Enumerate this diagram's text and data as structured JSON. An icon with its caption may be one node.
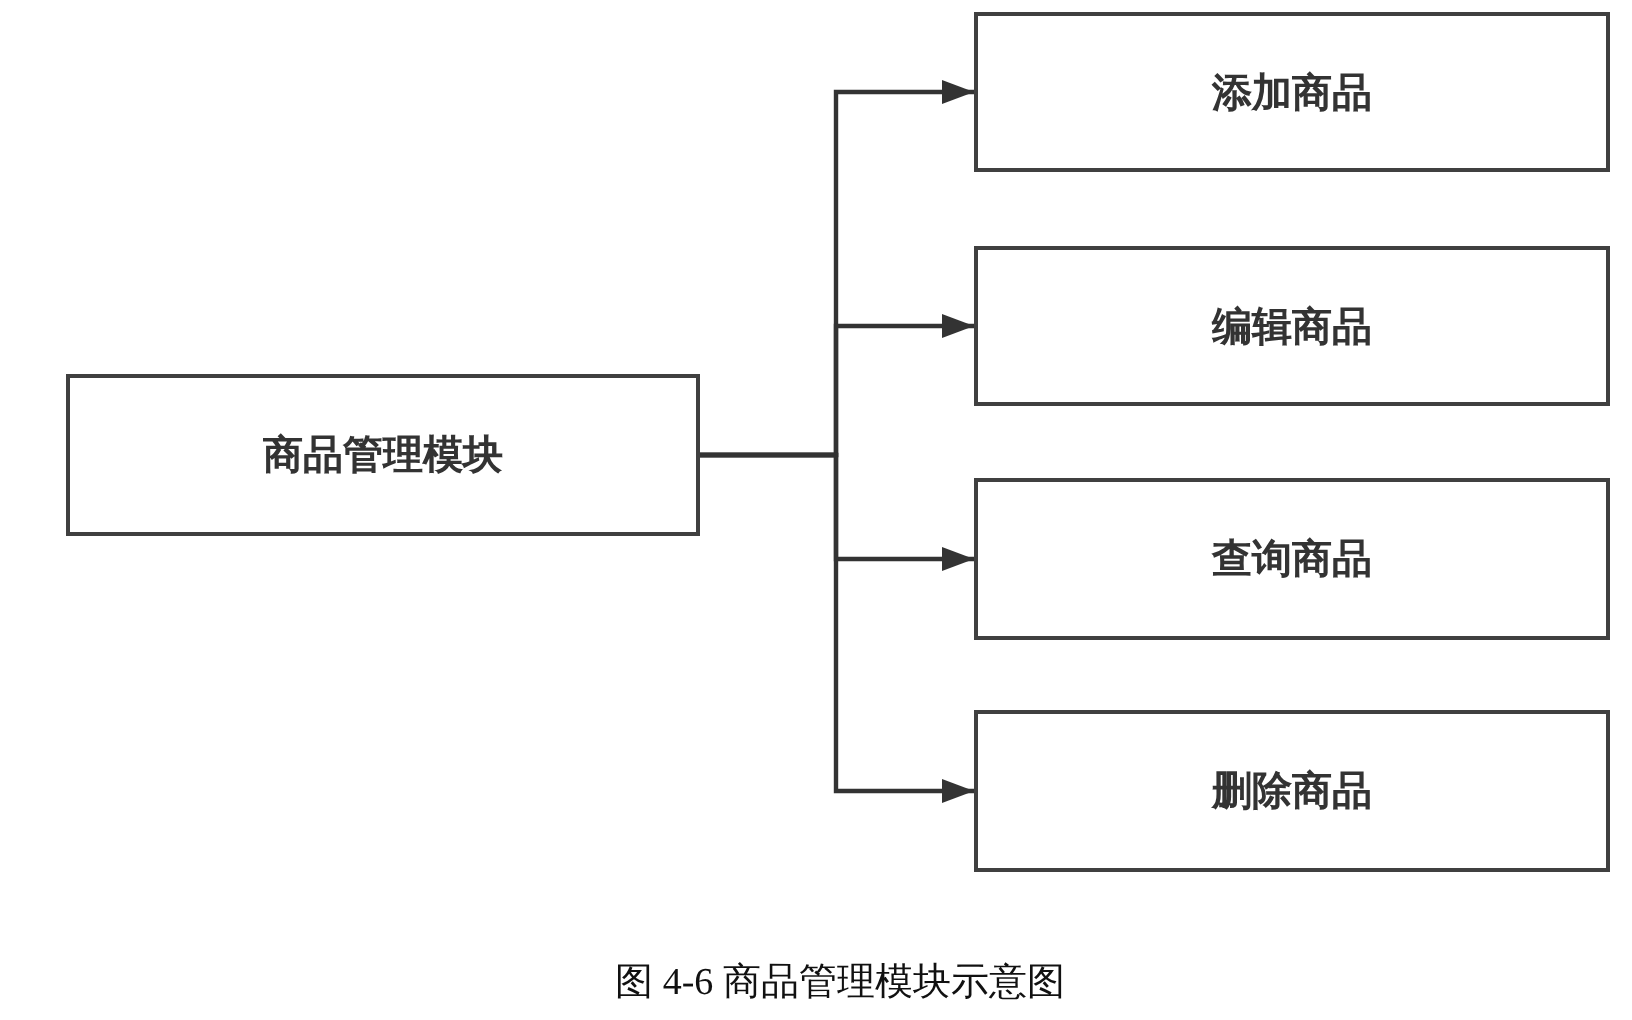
{
  "diagram": {
    "caption": "图 4-6 商品管理模块示意图",
    "nodes": [
      {
        "text": [
          "商品管理模块"
        ]
      },
      {
        "text": [
          "添加商品"
        ]
      },
      {
        "text": [
          "编辑商品"
        ]
      },
      {
        "text": [
          "查询商品"
        ]
      },
      {
        "text": [
          "删除商品"
        ]
      }
    ],
    "edges": [
      {
        "from": 0,
        "to": 1,
        "arrow": "to"
      },
      {
        "from": 0,
        "to": 2,
        "arrow": "to"
      },
      {
        "from": 0,
        "to": 3,
        "arrow": "to"
      },
      {
        "from": 0,
        "to": 4,
        "arrow": "to"
      }
    ]
  }
}
